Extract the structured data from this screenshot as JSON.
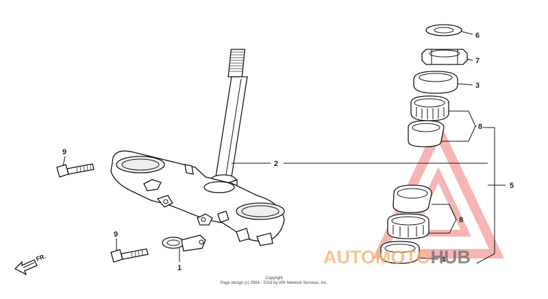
{
  "callouts": {
    "c1": "1",
    "c2": "2",
    "c3": "3",
    "c4": "4",
    "c5": "5",
    "c6": "6",
    "c7": "7",
    "c8a": "8",
    "c8b": "8",
    "c9a": "9",
    "c9b": "9"
  },
  "direction_label": "FR.",
  "footer": {
    "line1": "Copyright",
    "line2": "Page design (c) 2004 - 2016 by ARI Network Services, Inc."
  },
  "watermark": {
    "part1": "AUTO",
    "part2": "MOTO",
    "part3": "HUB",
    "colors": {
      "orange": "#f5b06a",
      "red": "#f07a7a",
      "gray": "#6b6b6b"
    }
  }
}
